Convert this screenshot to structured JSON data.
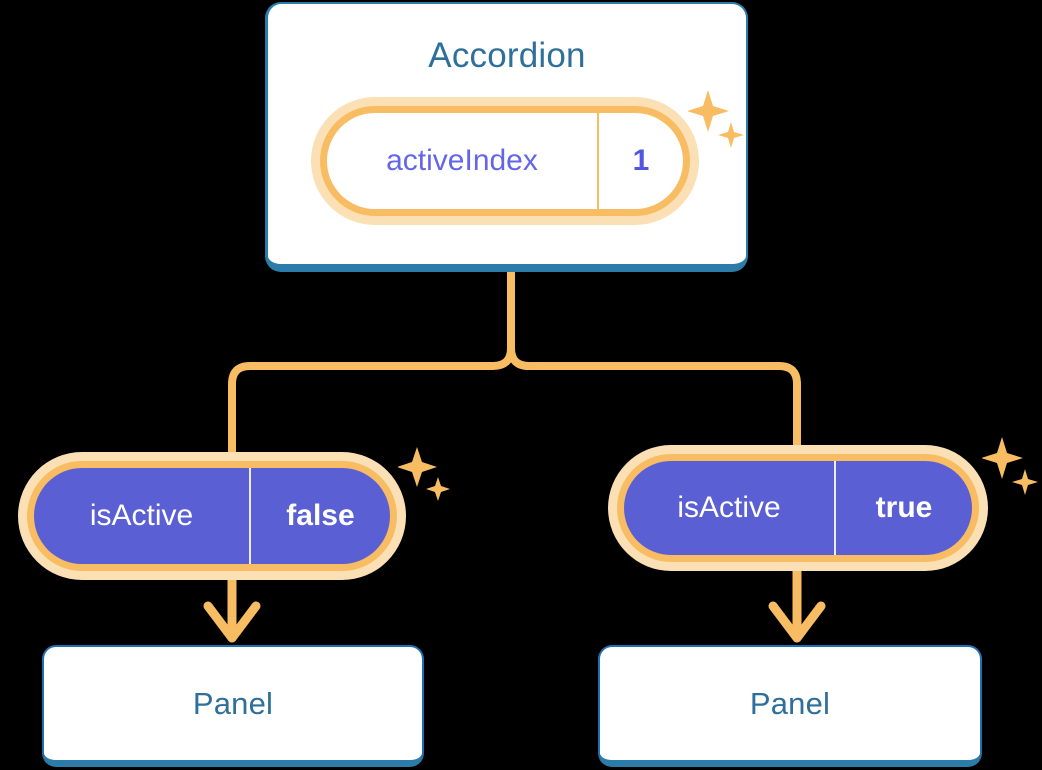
{
  "diagram": {
    "title_color": "#2e7099",
    "accent_color": "#f8bd63",
    "glow_color": "#fbe0b5",
    "pill_purple": "#5b5fd4",
    "card_border": "#2b7ca8"
  },
  "root": {
    "label": "Accordion",
    "state_pill": {
      "key": "activeIndex",
      "value": "1"
    }
  },
  "branches": [
    {
      "pill": {
        "key": "isActive",
        "value": "false"
      },
      "child": {
        "label": "Panel"
      }
    },
    {
      "pill": {
        "key": "isActive",
        "value": "true"
      },
      "child": {
        "label": "Panel"
      }
    }
  ],
  "icons": {
    "sparkle": "sparkle-icon"
  }
}
